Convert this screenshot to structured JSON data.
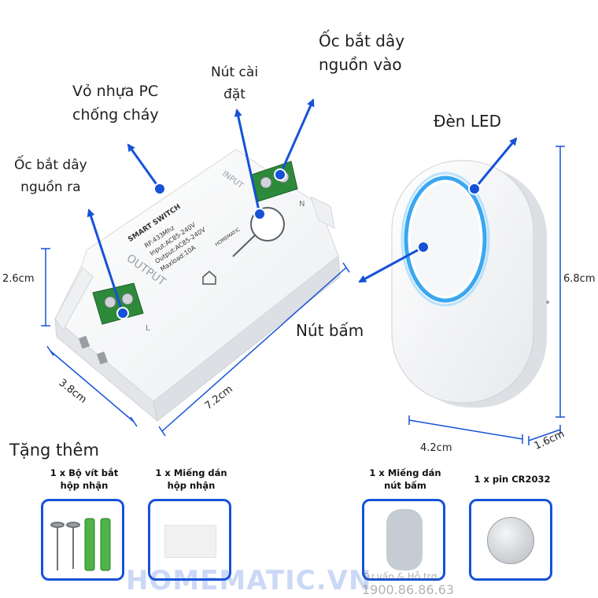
{
  "labels": {
    "housing_line1": "Vỏ nhựa PC",
    "housing_line2": "chống cháy",
    "setup_line1": "Nút cài",
    "setup_line2": "đặt",
    "input_line1": "Ốc bắt dây",
    "input_line2": "nguồn vào",
    "output_line1": "Ốc bắt dây",
    "output_line2": "nguồn ra",
    "led": "Đèn LED",
    "button": "Nút bấm"
  },
  "dimensions": {
    "receiver_height": "2.6cm",
    "receiver_depth": "3.8cm",
    "receiver_length": "7.2cm",
    "button_height": "6.8cm",
    "button_width": "4.2cm",
    "button_depth": "1.6cm"
  },
  "device_print": {
    "brand": "SMART SWITCH",
    "rf": "RF:433Mhz",
    "input": "Input:AC85-240V",
    "output": "Output:AC85-240V",
    "maxload": "Maxload:10A",
    "logo": "HOMEMATIC",
    "side_output": "OUTPUT",
    "side_input": "INPUT",
    "terminal_n": "N",
    "terminal_l": "L"
  },
  "gifts": {
    "heading": "Tặng thêm",
    "items": [
      {
        "line1": "1 x Bộ vít bắt",
        "line2": "hộp nhận"
      },
      {
        "line1": "1 x Miếng dán",
        "line2": "hộp nhận"
      },
      {
        "line1": "1 x Miếng dán",
        "line2": "nút bấm"
      },
      {
        "line1": "1 x pin CR2032",
        "line2": ""
      }
    ]
  },
  "watermark": {
    "brand": "HOMEMATIC.VN",
    "support": "Tư vấn & Hỗ trợ",
    "phone": "1900.86.86.63"
  },
  "colors": {
    "arrow": "#1652d8",
    "led_glow": "#3aa7f0",
    "terminal": "#2d8a3a",
    "anchor": "#7a9cc7"
  }
}
